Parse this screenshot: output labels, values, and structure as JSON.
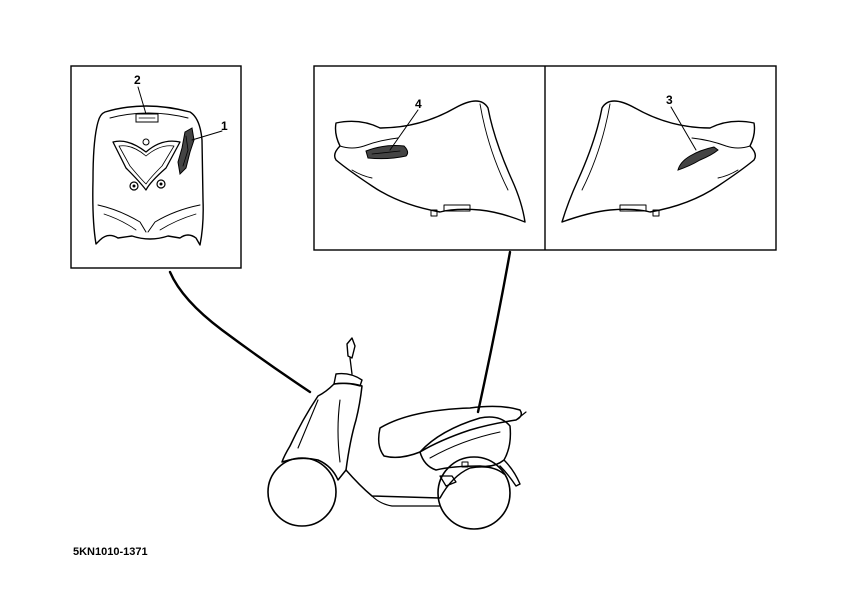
{
  "callouts": {
    "front_panel_label": "2",
    "front_side_label": "1",
    "left_cover_label": "4",
    "right_cover_label": "3"
  },
  "figure_code": "5KN1010-1371"
}
